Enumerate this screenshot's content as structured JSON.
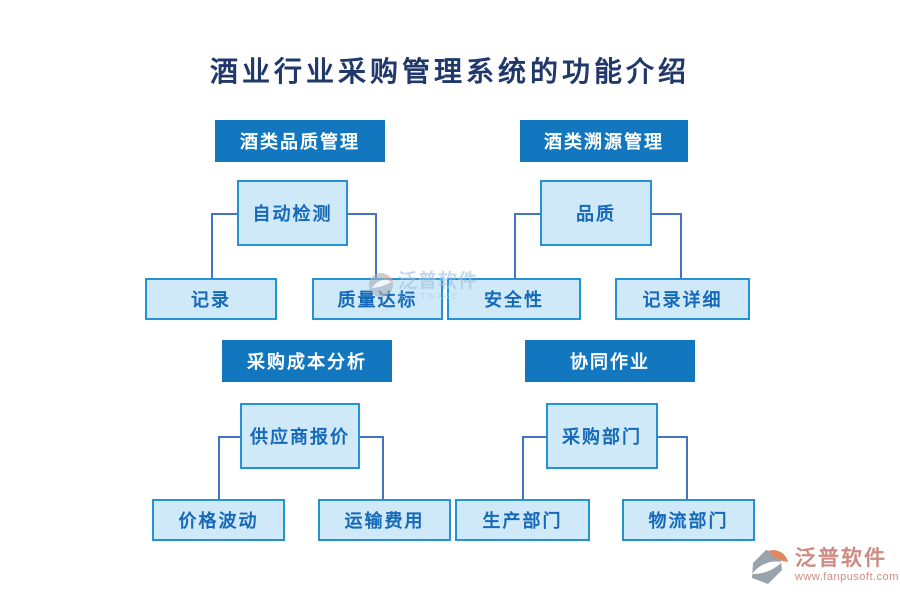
{
  "title": "酒业行业采购管理系统的功能介绍",
  "colors": {
    "title_text": "#21386b",
    "header_bg": "#1377c0",
    "header_text": "#ffffff",
    "node_bg": "#cfe9f8",
    "node_border": "#2492d4",
    "node_text": "#1669b8",
    "connector": "#4472c4",
    "brand_salmon": "#cd8c83",
    "brand_gray": "#99a3ae",
    "brand_orange": "#dd8a63"
  },
  "sections": [
    {
      "header": "酒类品质管理",
      "parent": "自动检测",
      "children": [
        "记录",
        "质量达标"
      ]
    },
    {
      "header": "酒类溯源管理",
      "parent": "品质",
      "children": [
        "安全性",
        "记录详细"
      ]
    },
    {
      "header": "采购成本分析",
      "parent": "供应商报价",
      "children": [
        "价格波动",
        "运输费用"
      ]
    },
    {
      "header": "协同作业",
      "parent": "采购部门",
      "children": [
        "生产部门",
        "物流部门"
      ]
    }
  ],
  "watermark": {
    "brand": "泛普软件",
    "sub": "SOFTWARE"
  },
  "footer": {
    "brand": "泛普软件",
    "url": "www.fanpusoft.com"
  }
}
